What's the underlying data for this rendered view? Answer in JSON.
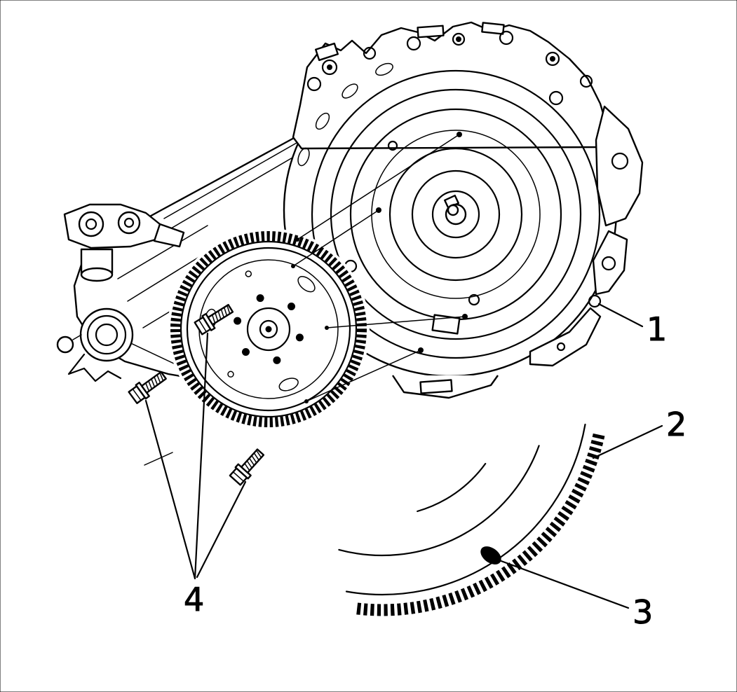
{
  "figure": {
    "background_color": "#ffffff",
    "line_color": "#000000"
  },
  "callouts": [
    {
      "label": "1"
    },
    {
      "label": "2"
    },
    {
      "label": "3"
    },
    {
      "label": "4"
    }
  ]
}
